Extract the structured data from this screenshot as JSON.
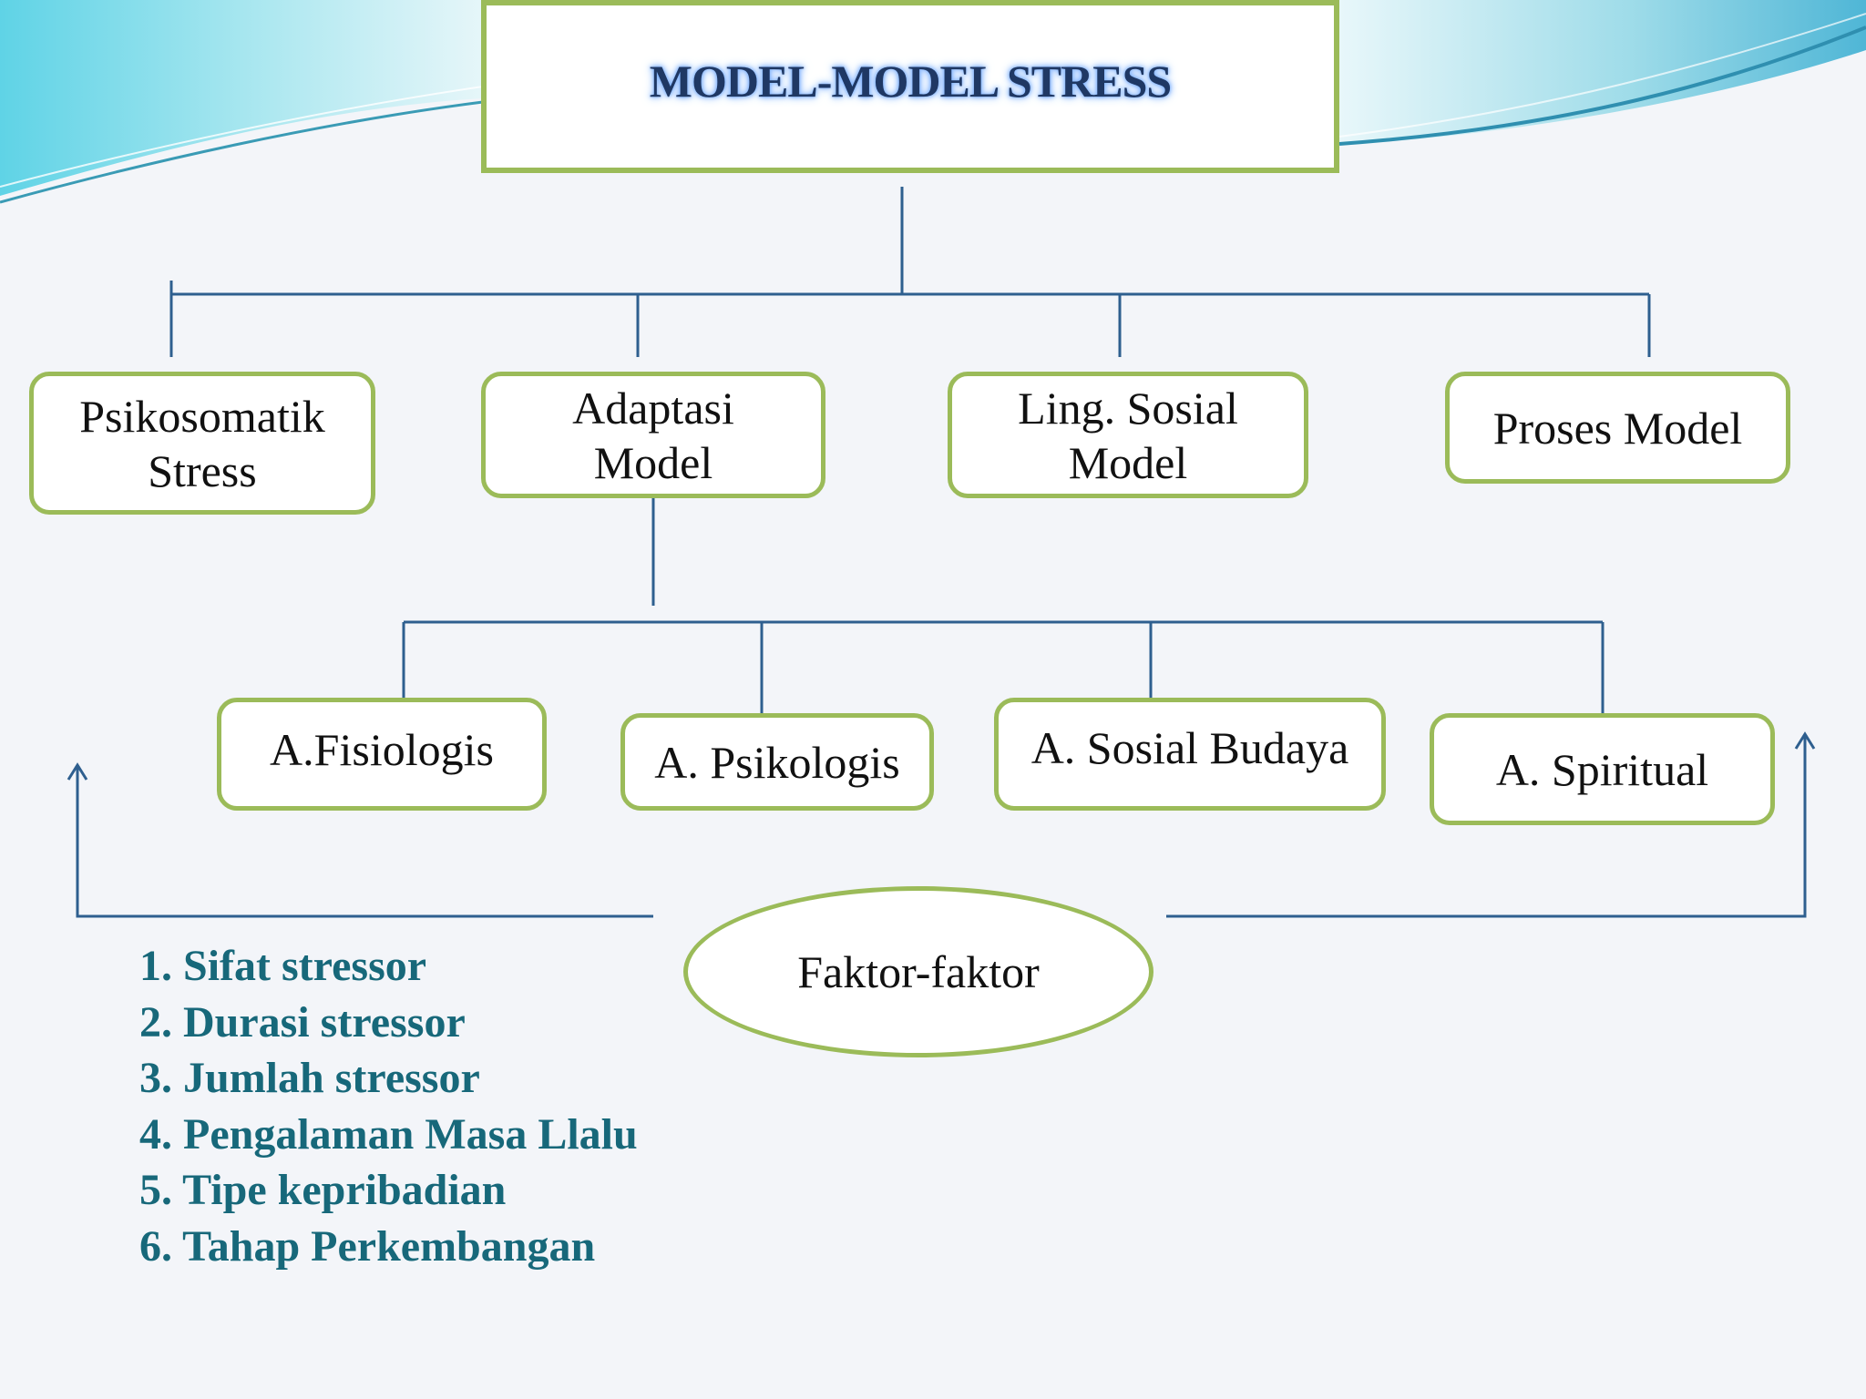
{
  "title": "MODEL-MODEL STRESS",
  "models": [
    {
      "line1": "Psikosomatik",
      "line2": "Stress"
    },
    {
      "line1": "Adaptasi",
      "line2": "Model"
    },
    {
      "line1": "Ling. Sosial",
      "line2": "Model"
    },
    {
      "line1": "Proses Model",
      "line2": ""
    }
  ],
  "aspects": [
    "A.Fisiologis",
    "A. Psikologis",
    "A. Sosial Budaya",
    "A. Spiritual"
  ],
  "factors_label": "Faktor-faktor",
  "factors": [
    "1. Sifat stressor",
    "2. Durasi stressor",
    "3. Jumlah stressor",
    "4. Pengalaman Masa Llalu",
    "5. Tipe kepribadian",
    "6. Tahap Perkembangan"
  ],
  "colors": {
    "box_border": "#9bbb59",
    "connector": "#2e5f8f",
    "list_text": "#17687a",
    "title_text": "#1f3864"
  }
}
